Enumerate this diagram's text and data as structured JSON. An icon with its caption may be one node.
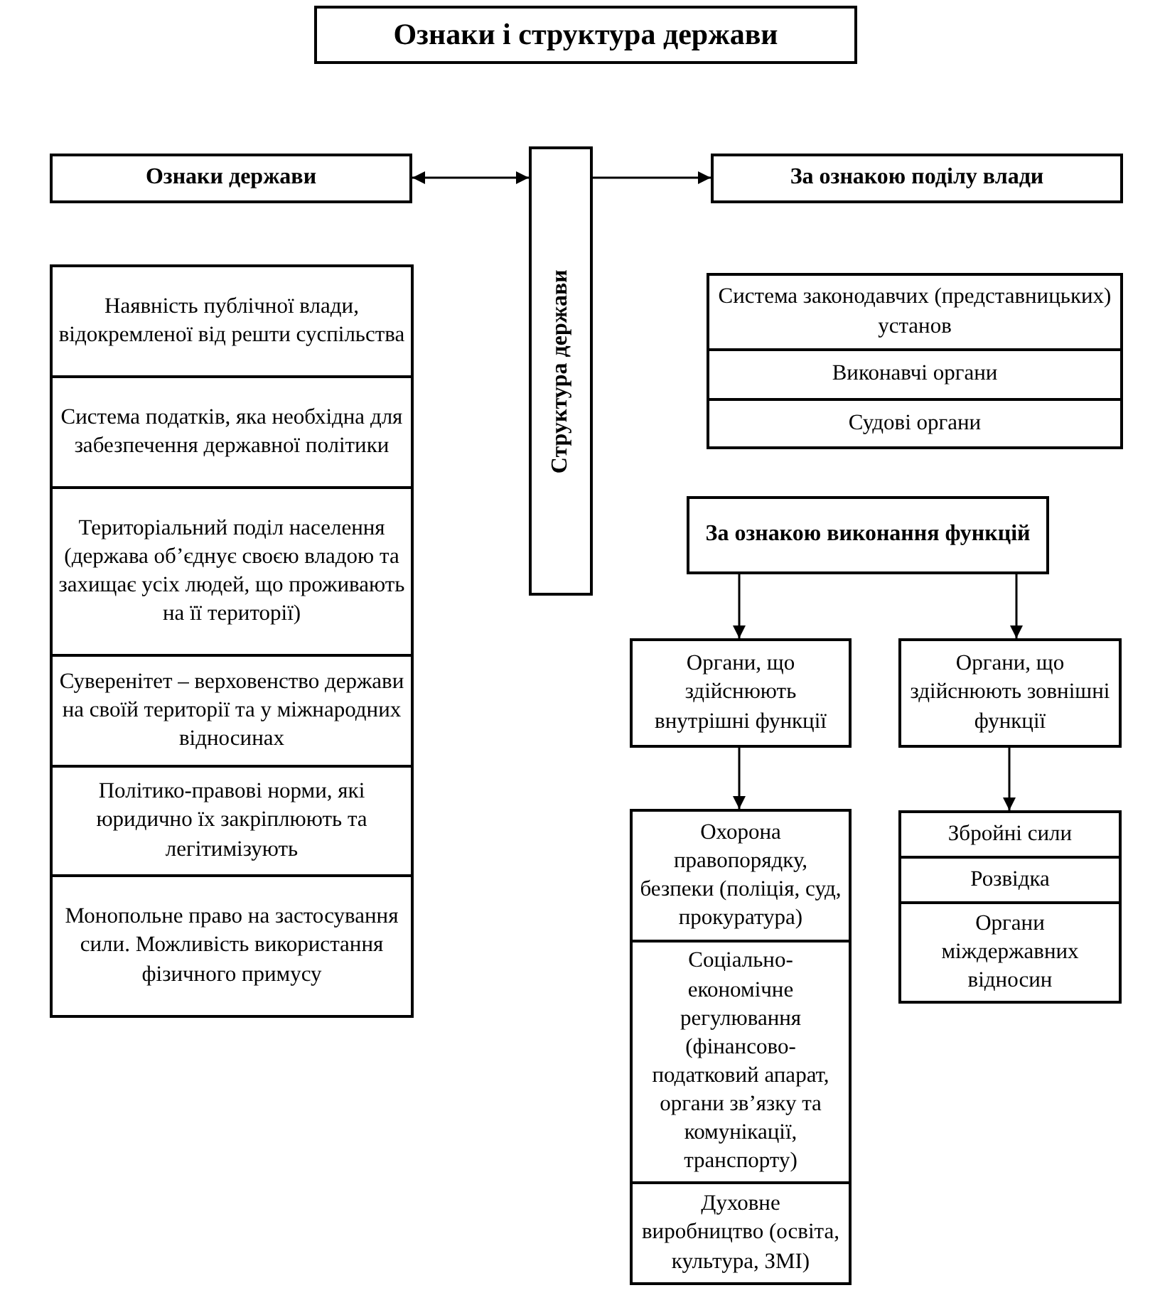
{
  "diagram": {
    "title": "Ознаки і структура держави",
    "nodes": [
      {
        "text": [
          "Ознаки держави"
        ]
      },
      {
        "text": [
          "Структура держави"
        ]
      },
      {
        "text": [
          "За ознакою поділу влади"
        ]
      },
      {
        "text": [
          "Наявність публічної влади, відокремленої від решти суспільства"
        ]
      },
      {
        "text": [
          "Система податків, яка необхідна для забезпечення державної політики"
        ]
      },
      {
        "text": [
          "Територіальний поділ населення (держава об’єднує своєю владою та захищає усіх людей, що проживають на її території)"
        ]
      },
      {
        "text": [
          "Суверенітет – верховенство держави на своїй території та у міжнародних відносинах"
        ]
      },
      {
        "text": [
          "Політико-правові норми, які юридично їх закріплюють та легітимізують"
        ]
      },
      {
        "text": [
          "Монопольне право на застосування сили. Можливість використання фізичного примусу"
        ]
      },
      {
        "text": [
          "Система законодавчих (представницьких) установ"
        ]
      },
      {
        "text": [
          "Виконавчі органи"
        ]
      },
      {
        "text": [
          "Судові органи"
        ]
      },
      {
        "text": [
          "За ознакою виконання функцій"
        ]
      },
      {
        "text": [
          "Органи, що здійснюють внутрішні функції"
        ]
      },
      {
        "text": [
          "Органи, що здійснюють зовнішні функції"
        ]
      },
      {
        "text": [
          "Охорона правопорядку, безпеки (поліція, суд, прокуратура)"
        ]
      },
      {
        "text": [
          "Соціально-економічне регулювання (фінансово-податковий апарат, органи зв’язку та комунікації, транспорту)"
        ]
      },
      {
        "text": [
          "Духовне виробництво (освіта, культура,  ЗМІ)"
        ]
      },
      {
        "text": [
          "Збройні сили"
        ]
      },
      {
        "text": [
          "Розвідка"
        ]
      },
      {
        "text": [
          "Органи міждержавних відносин"
        ]
      }
    ],
    "edges": [
      {
        "from": 0,
        "to": 1,
        "arrow": "both"
      },
      {
        "from": 1,
        "to": 2,
        "arrow": "to"
      },
      {
        "from": 12,
        "to": 13,
        "arrow": "to"
      },
      {
        "from": 12,
        "to": 14,
        "arrow": "to"
      },
      {
        "from": 13,
        "to": 15,
        "arrow": "to"
      },
      {
        "from": 14,
        "to": 18,
        "arrow": "to"
      }
    ]
  }
}
